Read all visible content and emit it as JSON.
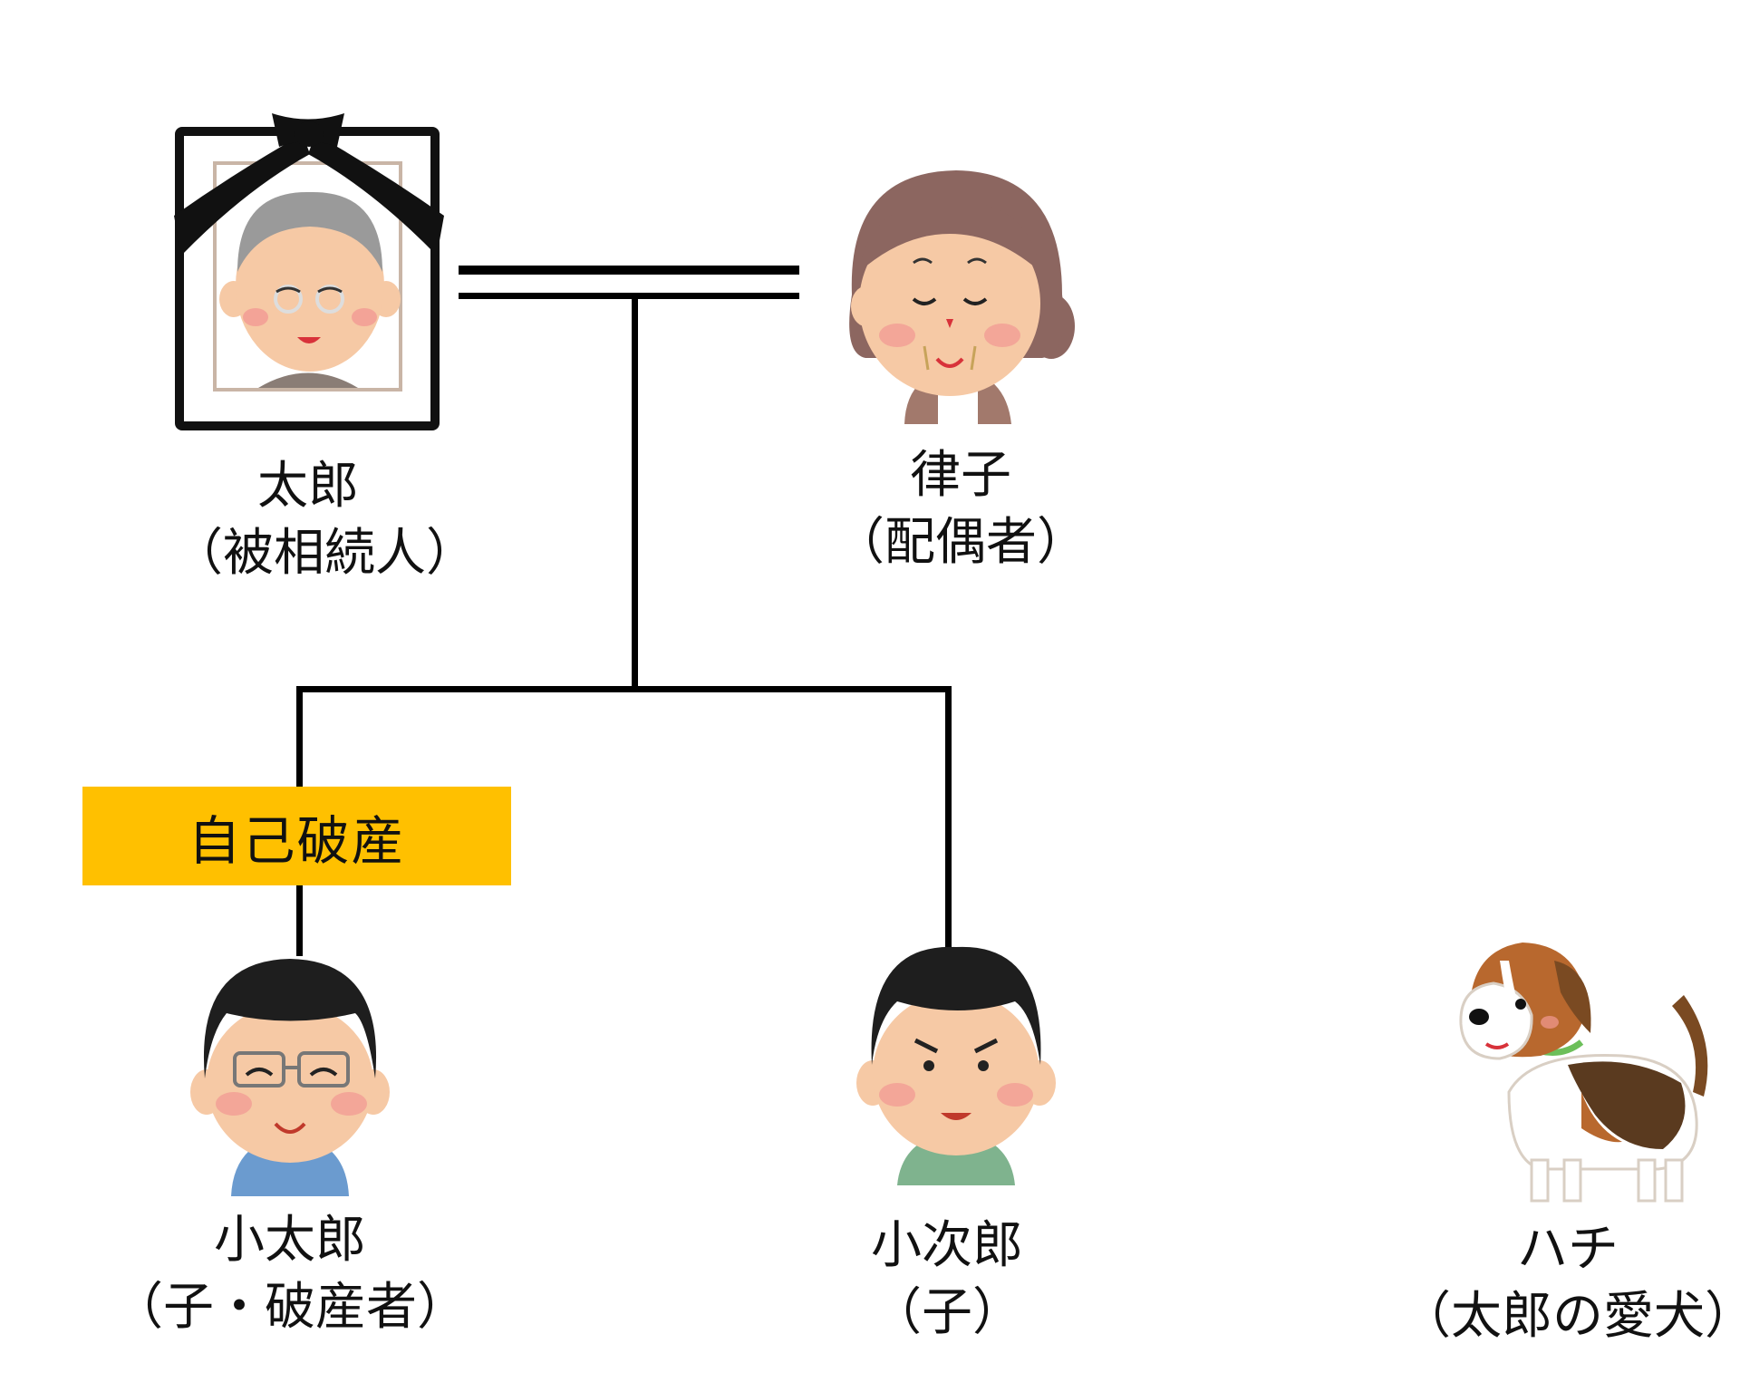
{
  "colors": {
    "line": "#000000",
    "tag": "#ffc000",
    "background": "#ffffff"
  },
  "people": {
    "taro": {
      "name": "太郎",
      "role": "（被相続人）",
      "icon": "deceased-portrait"
    },
    "ritsuko": {
      "name": "律子",
      "role": "（配偶者）",
      "icon": "elderly-woman"
    },
    "kotaro": {
      "name": "小太郎",
      "role": "（子・破産者）",
      "icon": "man-with-glasses"
    },
    "kojiro": {
      "name": "小次郎",
      "role": "（子）",
      "icon": "young-man"
    },
    "hachi": {
      "name": "ハチ",
      "role": "（太郎の愛犬）",
      "icon": "beagle-dog"
    }
  },
  "bankruptcy_tag": {
    "label": "自己破産"
  }
}
